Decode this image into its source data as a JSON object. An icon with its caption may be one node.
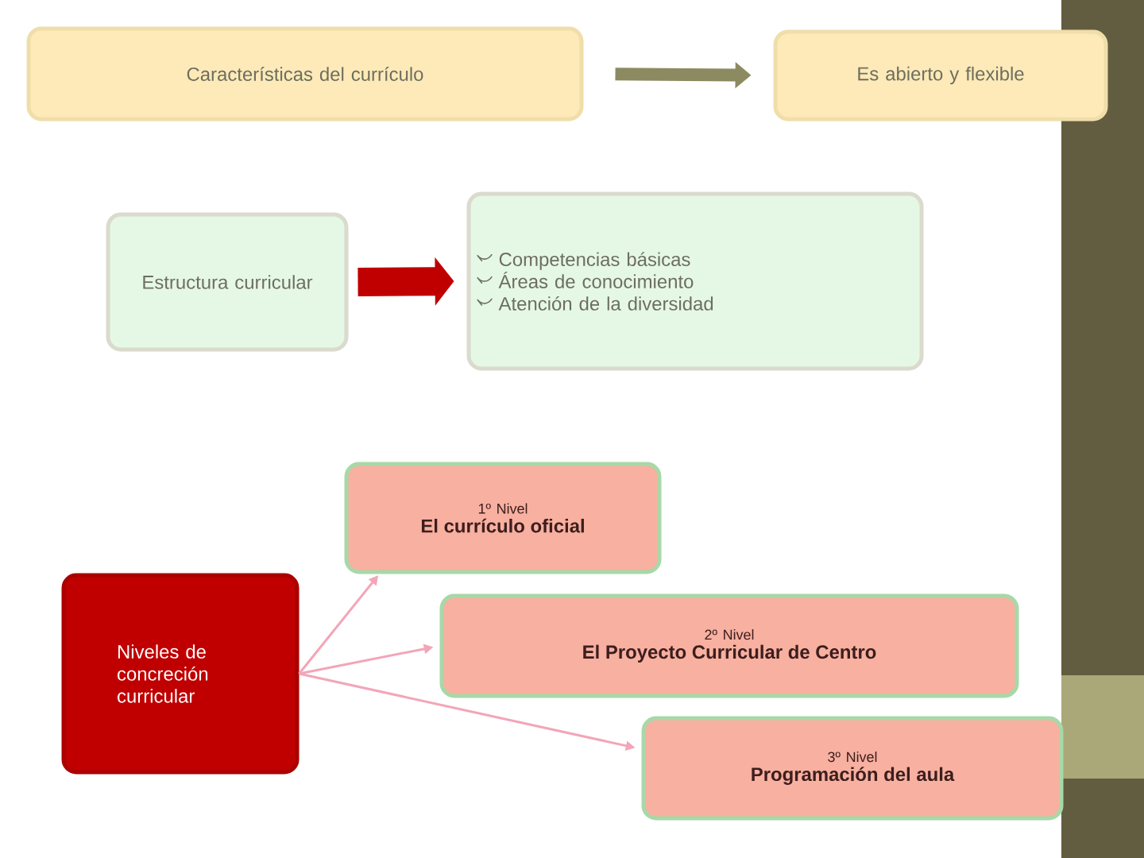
{
  "diagram": {
    "nodes": [
      {
        "text": [
          "Características del currículo"
        ]
      },
      {
        "text": [
          "Es abierto y flexible"
        ]
      },
      {
        "text": [
          "Estructura curricular"
        ]
      },
      {
        "text": [
          "Competencias básicas",
          "Áreas de conocimiento",
          "Atención de la diversidad"
        ]
      },
      {
        "text": [
          "Niveles de concreción curricular"
        ]
      },
      {
        "text": [
          "1º Nivel",
          "El currículo oficial"
        ]
      },
      {
        "text": [
          "2º Nivel",
          "El Proyecto Curricular de Centro"
        ]
      },
      {
        "text": [
          "3º Nivel",
          "Programación del aula"
        ]
      }
    ],
    "edges": [
      {
        "from": 0,
        "to": 1,
        "arrow": "to",
        "style": "thick",
        "color": "#8c8a60"
      },
      {
        "from": 2,
        "to": 3,
        "arrow": "to",
        "style": "thick",
        "color": "#c00000"
      },
      {
        "from": 4,
        "to": 5,
        "arrow": "to",
        "color": "#f2a6b8"
      },
      {
        "from": 4,
        "to": 6,
        "arrow": "to",
        "color": "#f2a6b8"
      },
      {
        "from": 4,
        "to": 7,
        "arrow": "to",
        "color": "#f2a6b8"
      }
    ]
  }
}
